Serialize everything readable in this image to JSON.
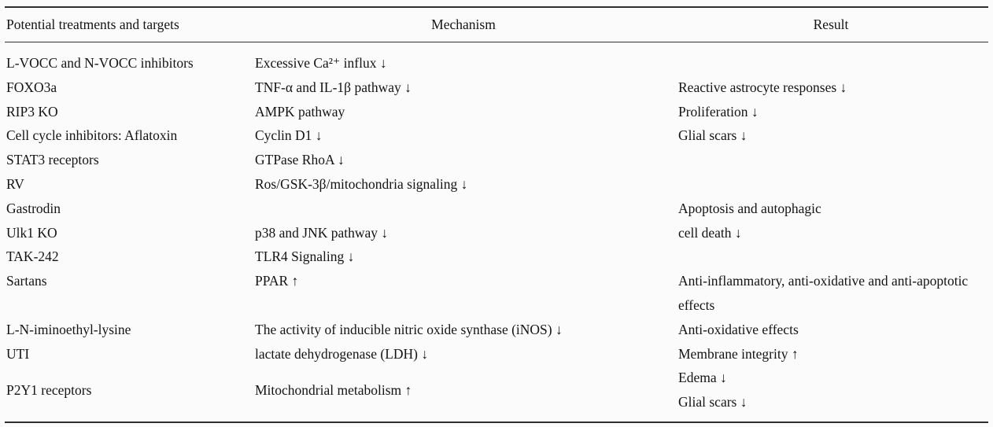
{
  "table": {
    "headers": [
      "Potential treatments and targets",
      "Mechanism",
      "Result"
    ],
    "rows": [
      {
        "treatment": "L-VOCC and N-VOCC inhibitors",
        "mechanism": "Excessive Ca²⁺ influx ↓",
        "result": ""
      },
      {
        "treatment": "FOXO3a",
        "mechanism": "TNF-α and IL-1β pathway ↓",
        "result": "Reactive astrocyte responses ↓"
      },
      {
        "treatment": "RIP3 KO",
        "mechanism": "AMPK pathway",
        "result": "Proliferation ↓"
      },
      {
        "treatment": "Cell cycle inhibitors: Aflatoxin",
        "mechanism": "Cyclin D1 ↓",
        "result": "Glial scars ↓"
      },
      {
        "treatment": "STAT3 receptors",
        "mechanism": "GTPase RhoA ↓",
        "result": ""
      },
      {
        "treatment": "RV",
        "mechanism": "Ros/GSK-3β/mitochondria signaling ↓",
        "result": ""
      },
      {
        "treatment": "Gastrodin",
        "mechanism": "",
        "result": "Apoptosis and autophagic"
      },
      {
        "treatment": "Ulk1 KO",
        "mechanism": "p38 and JNK pathway ↓",
        "result": "cell death ↓"
      },
      {
        "treatment": "TAK-242",
        "mechanism": "TLR4 Signaling ↓",
        "result": ""
      },
      {
        "treatment": "Sartans",
        "mechanism": "PPAR ↑",
        "result": "Anti-inflammatory, anti-oxidative and anti-apoptotic effects"
      },
      {
        "treatment": "L-N-iminoethyl-lysine",
        "mechanism": "The activity of inducible nitric oxide synthase (iNOS) ↓",
        "result": "Anti-oxidative effects"
      },
      {
        "treatment": "UTI",
        "mechanism": "lactate dehydrogenase (LDH) ↓",
        "result": "Membrane integrity ↑"
      },
      {
        "treatment": "P2Y1 receptors",
        "mechanism": "Mitochondrial metabolism ↑",
        "result": "Edema ↓\nGlial scars ↓"
      }
    ]
  }
}
